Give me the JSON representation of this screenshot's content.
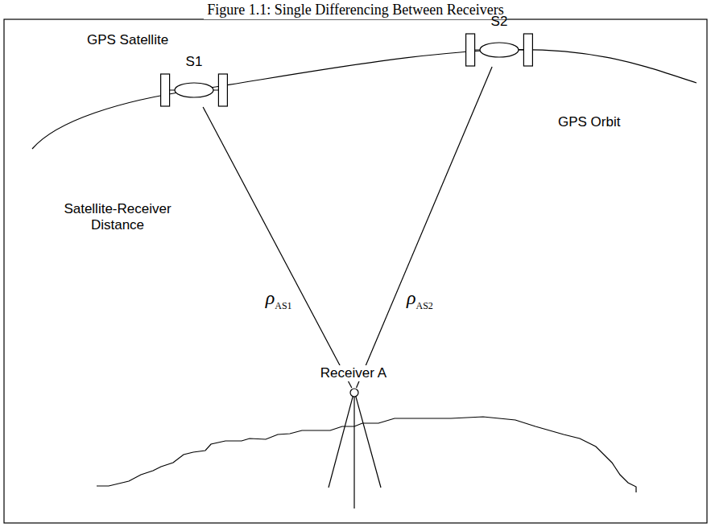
{
  "diagram": {
    "title": "Figure 1.1: Single Differencing Between Receivers",
    "nodes": [
      {
        "text": [
          "S1"
        ]
      },
      {
        "text": [
          "S2"
        ]
      },
      {
        "text": [
          "Receiver A"
        ]
      }
    ],
    "edges": [
      {
        "from": 0,
        "to": 2,
        "arrow": "none",
        "label": "ρAS1"
      },
      {
        "from": 1,
        "to": 2,
        "arrow": "none",
        "label": "ρAS2"
      }
    ],
    "labels": [
      "GPS Satellite",
      "GPS Orbit",
      "Satellite-Receiver Distance"
    ]
  }
}
